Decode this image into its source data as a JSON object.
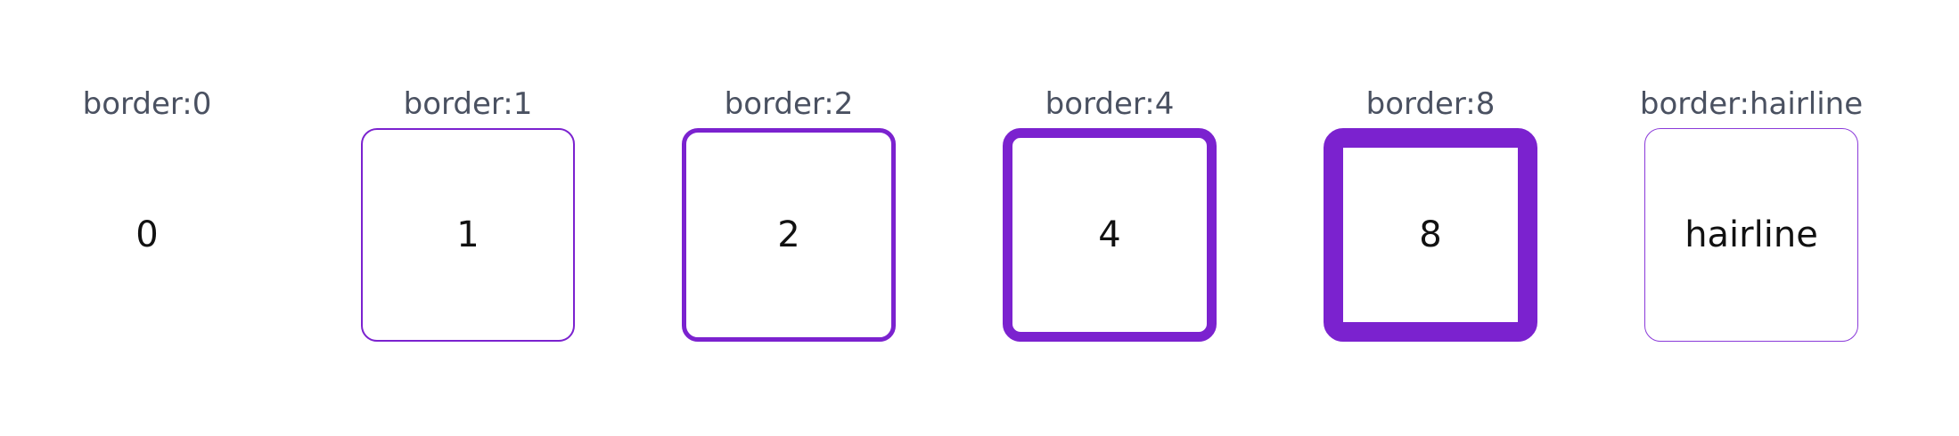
{
  "accent_color": "#7b22cf",
  "caption_color": "#4a5161",
  "items": [
    {
      "caption": "border:0",
      "value": "0"
    },
    {
      "caption": "border:1",
      "value": "1"
    },
    {
      "caption": "border:2",
      "value": "2"
    },
    {
      "caption": "border:4",
      "value": "4"
    },
    {
      "caption": "border:8",
      "value": "8"
    },
    {
      "caption": "border:hairline",
      "value": "hairline"
    }
  ]
}
